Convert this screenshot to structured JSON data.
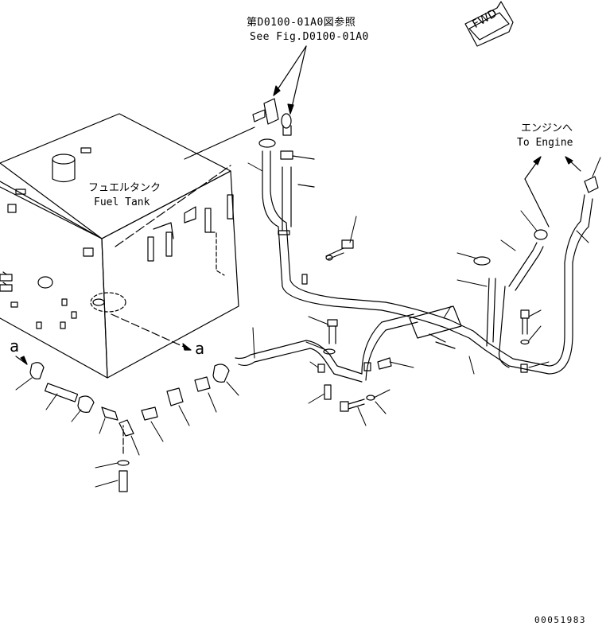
{
  "diagram": {
    "reference": {
      "japanese": "第D0100-01A0図参照",
      "english": "See Fig.D0100-01A0"
    },
    "forward_marker": "FWD",
    "engine_label": {
      "japanese": "エンジンへ",
      "english": "To Engine"
    },
    "fuel_tank_label": {
      "japanese": "フュエルタンク",
      "english": "Fuel Tank"
    },
    "section_marker_left": "a",
    "section_marker_right": "a",
    "drawing_number": "00051983"
  },
  "colors": {
    "line": "#000000",
    "background": "#ffffff"
  }
}
